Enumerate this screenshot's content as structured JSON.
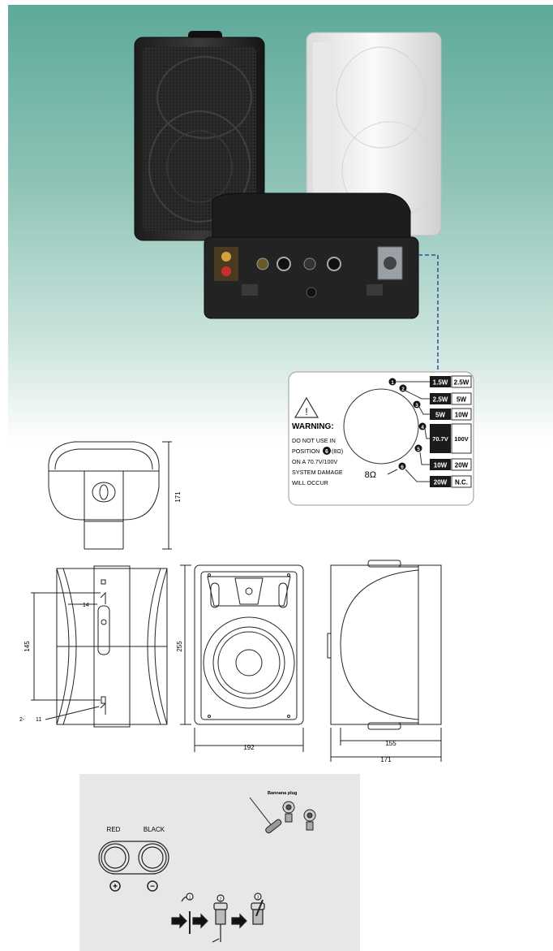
{
  "tap_panel": {
    "warning": {
      "title": "WARNING:",
      "line1": "DO NOT USE IN",
      "line2": "POSITION",
      "line2_badge": "6",
      "line2_suffix": "(8Ω)",
      "line3": "ON A 70.7V/100V",
      "line4": "SYSTEM DAMAGE",
      "line5": "WILL OCCUR",
      "symbol": "!"
    },
    "taps": [
      {
        "num": "1",
        "v70": "1.5W",
        "v100": "2.5W"
      },
      {
        "num": "2",
        "v70": "2.5W",
        "v100": "5W"
      },
      {
        "num": "3",
        "v70": "5W",
        "v100": "10W"
      },
      {
        "num": "4",
        "v70": "70.7V",
        "v100": "100V"
      },
      {
        "num": "5",
        "v70": "10W",
        "v100": "20W"
      },
      {
        "num": "6",
        "v70": "20W",
        "v100": "N.C."
      }
    ],
    "ohm_label": "8Ω"
  },
  "dimensions": {
    "top_height": "171",
    "mount_spacing": "145",
    "screw_callout": "14",
    "screw_holes_prefix": "2-",
    "screw_holes": "11",
    "front_height": "255",
    "front_width": "192",
    "side_depth_inner": "155",
    "side_depth_outer": "171"
  },
  "terminals": {
    "red_label": "RED",
    "black_label": "BLACK",
    "plus_symbol": "+",
    "minus_symbol": "−",
    "banana_label": "Bannana plug",
    "step1": "1",
    "step2": "2",
    "step3": "3"
  },
  "colors": {
    "hero_top": "#5ea99a",
    "panel_bg": "#e6e7e9",
    "tap_fill": "#1b1b1b",
    "leader_blue": "#2a4fa0"
  }
}
